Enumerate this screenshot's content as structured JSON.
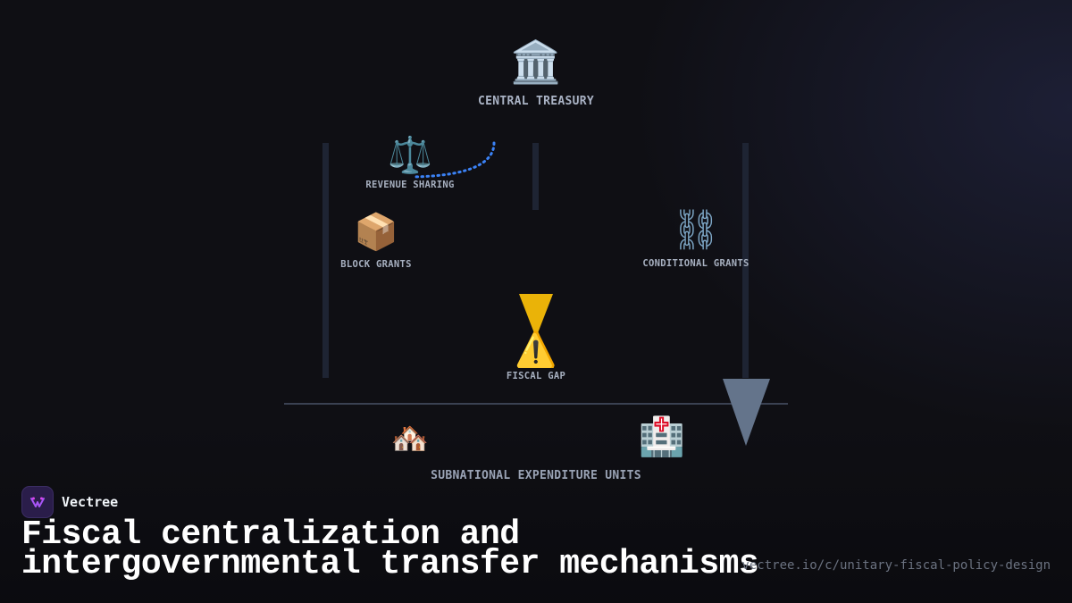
{
  "diagram": {
    "nodes": {
      "central_treasury": {
        "icon": "bank-building-icon",
        "glyph": "🏛️",
        "label": "CENTRAL TREASURY"
      },
      "revenue_sharing": {
        "icon": "balance-scale-icon",
        "glyph": "⚖️",
        "label": "REVENUE SHARING"
      },
      "block_grants": {
        "icon": "package-box-icon",
        "glyph": "📦",
        "label": "BLOCK GRANTS"
      },
      "conditional_grants": {
        "icon": "chain-link-icon",
        "glyph": "⛓",
        "label": "CONDITIONAL GRANTS"
      },
      "fiscal_gap": {
        "icon": "warning-icon",
        "glyph": "⚠️",
        "label": "FISCAL GAP"
      },
      "housing": {
        "icon": "houses-icon",
        "glyph": "🏘️"
      },
      "hospital": {
        "icon": "hospital-icon",
        "glyph": "🏥"
      }
    },
    "baseline_label": "SUBNATIONAL EXPENDITURE UNITS",
    "colors": {
      "pillar": "#1e2433",
      "flow_dotted": "#3b82f6",
      "hourglass": "#eab308",
      "funnel": "#64748b",
      "baseline": "#3a4152"
    }
  },
  "brand": {
    "name": "Vectree",
    "logo_icon": "vectree-logo-icon"
  },
  "title": {
    "line1": "Fiscal centralization and",
    "line2": "intergovernmental transfer mechanisms"
  },
  "url": "vectree.io/c/unitary-fiscal-policy-design"
}
